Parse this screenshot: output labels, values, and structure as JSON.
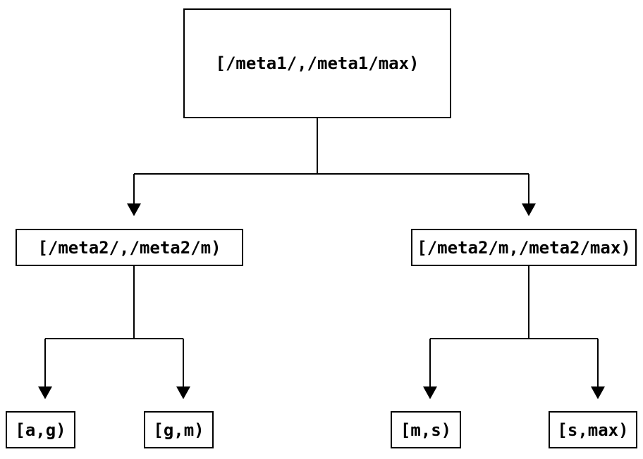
{
  "diagram": {
    "type": "binary-tree",
    "colors": {
      "background": "#ffffff",
      "stroke": "#000000",
      "text": "#000000"
    },
    "nodes": {
      "root": {
        "label": "[/meta1/,/meta1/max)"
      },
      "left": {
        "label": "[/meta2/,/meta2/m)"
      },
      "right": {
        "label": "[/meta2/m,/meta2/max)"
      },
      "leaf_ag": {
        "label": "[a,g)"
      },
      "leaf_gm": {
        "label": "[g,m)"
      },
      "leaf_ms": {
        "label": "[m,s)"
      },
      "leaf_smax": {
        "label": "[s,max)"
      }
    },
    "edges": [
      {
        "from": "root",
        "to": "left"
      },
      {
        "from": "root",
        "to": "right"
      },
      {
        "from": "left",
        "to": "leaf_ag"
      },
      {
        "from": "left",
        "to": "leaf_gm"
      },
      {
        "from": "right",
        "to": "leaf_ms"
      },
      {
        "from": "right",
        "to": "leaf_smax"
      }
    ]
  }
}
